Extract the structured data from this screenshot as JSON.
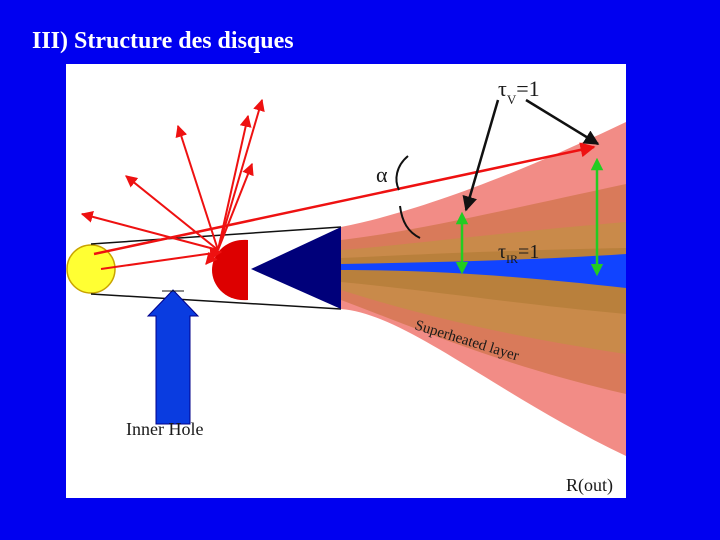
{
  "slide": {
    "title": "III) Structure des disques"
  },
  "diagram": {
    "labels": {
      "tau_v": "τ",
      "tau_v_sub": "V",
      "tau_v_value": "=1",
      "alpha": "α",
      "tau_ir": "τ",
      "tau_ir_sub": "IR",
      "tau_ir_value": "=1",
      "superheated_layer": "Superheated layer",
      "inner_hole": "Inner Hole",
      "r_out": "R(out)"
    },
    "colors": {
      "background": "#0000f0",
      "panel": "#ffffff",
      "star": "#ffff33",
      "rays": "#ee1111",
      "inner_rim": "#dd0000",
      "rim_shadow": "#00007a",
      "midplane": "#1144ff",
      "disk_outer": "#f28c86",
      "disk_band_1": "#d97a5a",
      "disk_band_2": "#c98a4a",
      "disk_core": "#b9803c",
      "green_arrows": "#22cc22",
      "inner_hole_arrow": "#0a3ce0"
    }
  }
}
